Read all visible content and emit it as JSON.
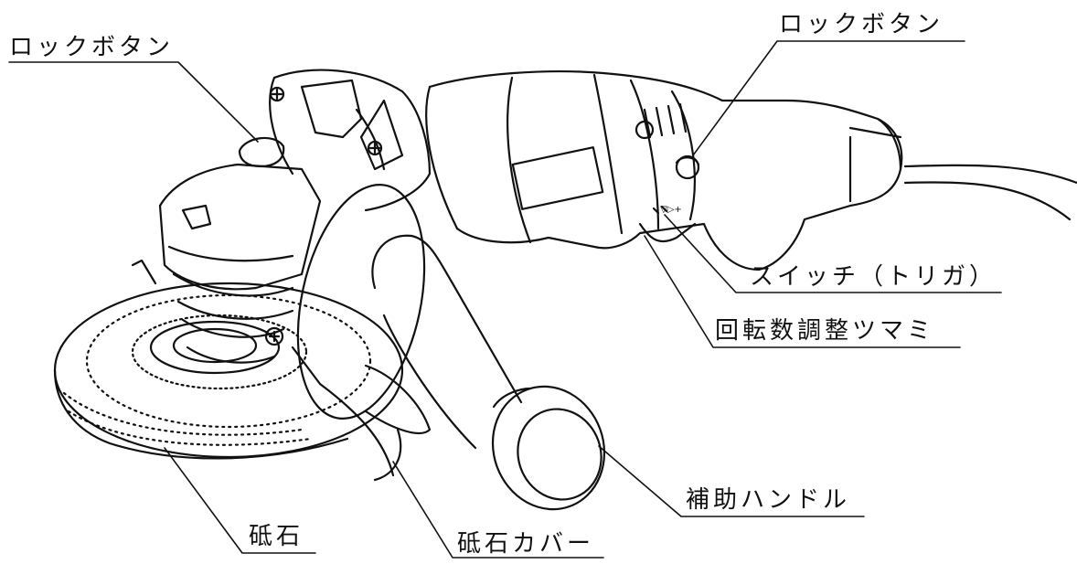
{
  "labels": {
    "lock_button_left": "ロックボタン",
    "lock_button_right": "ロックボタン",
    "switch_trigger": "スイッチ（トリガ）",
    "speed_dial": "回転数調整ツマミ",
    "aux_handle": "補助ハンドル",
    "wheel": "砥石",
    "wheel_cover": "砥石カバー"
  },
  "colors": {
    "line": "#111111",
    "background": "#ffffff"
  },
  "icons": [
    "angle-grinder-illustration"
  ]
}
